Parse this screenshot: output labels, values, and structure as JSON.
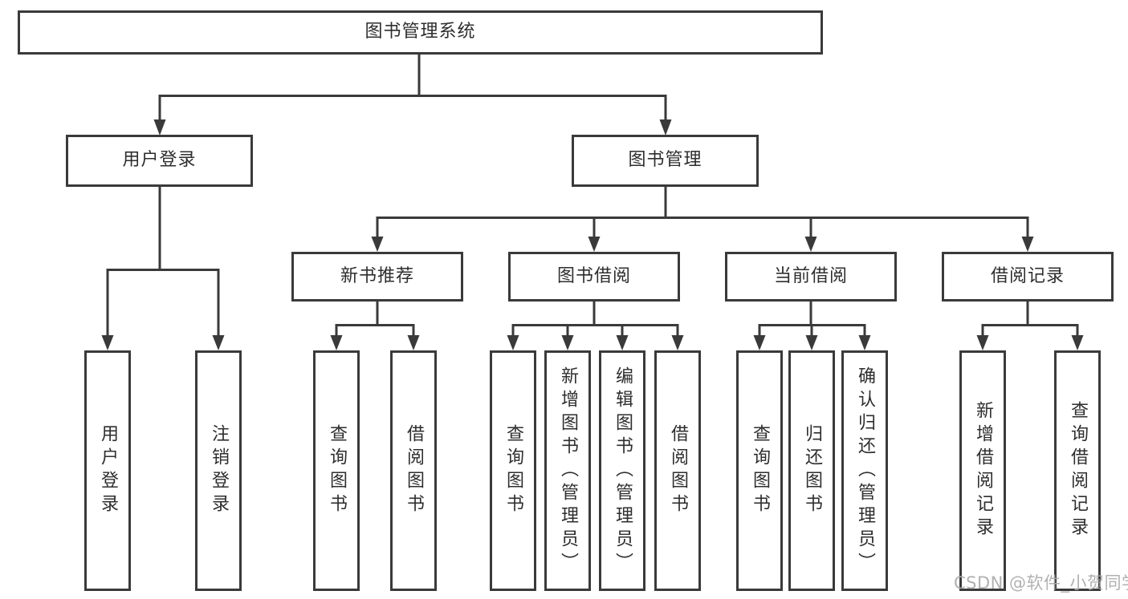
{
  "diagram": {
    "type": "tree-structure-diagram",
    "title": "图书管理系统"
  },
  "nodes": {
    "root": {
      "label": "图书管理系统"
    },
    "user_login": {
      "label": "用户登录"
    },
    "book_management": {
      "label": "图书管理"
    },
    "new_book_recommend": {
      "label": "新书推荐"
    },
    "book_borrowing": {
      "label": "图书借阅"
    },
    "current_borrowing": {
      "label": "当前借阅"
    },
    "borrowing_records": {
      "label": "借阅记录"
    },
    "leaf_user_login": {
      "label": "用户登录"
    },
    "leaf_logout": {
      "label": "注销登录"
    },
    "leaf_query_books_recommend": {
      "label": "查询图书"
    },
    "leaf_borrow_books_recommend": {
      "label": "借阅图书"
    },
    "leaf_query_books_borrowing": {
      "label": "查询图书"
    },
    "leaf_add_books_admin": {
      "label": "新增图书（管理员）"
    },
    "leaf_edit_books_admin": {
      "label": "编辑图书（管理员）"
    },
    "leaf_borrow_books_borrowing": {
      "label": "借阅图书"
    },
    "leaf_query_books_current": {
      "label": "查询图书"
    },
    "leaf_return_books": {
      "label": "归还图书"
    },
    "leaf_confirm_return_admin": {
      "label": "确认归还（管理员）"
    },
    "leaf_add_borrow_record": {
      "label": "新增借阅记录"
    },
    "leaf_query_borrow_record": {
      "label": "查询借阅记录"
    }
  },
  "watermark": {
    "text": "CSDN @软件_小贺同学"
  },
  "colors": {
    "line": "#3a3a3a",
    "box_border": "#3a3a3a",
    "text": "#2e2e2e",
    "watermark": "#a8a8a8",
    "background": "#ffffff"
  }
}
